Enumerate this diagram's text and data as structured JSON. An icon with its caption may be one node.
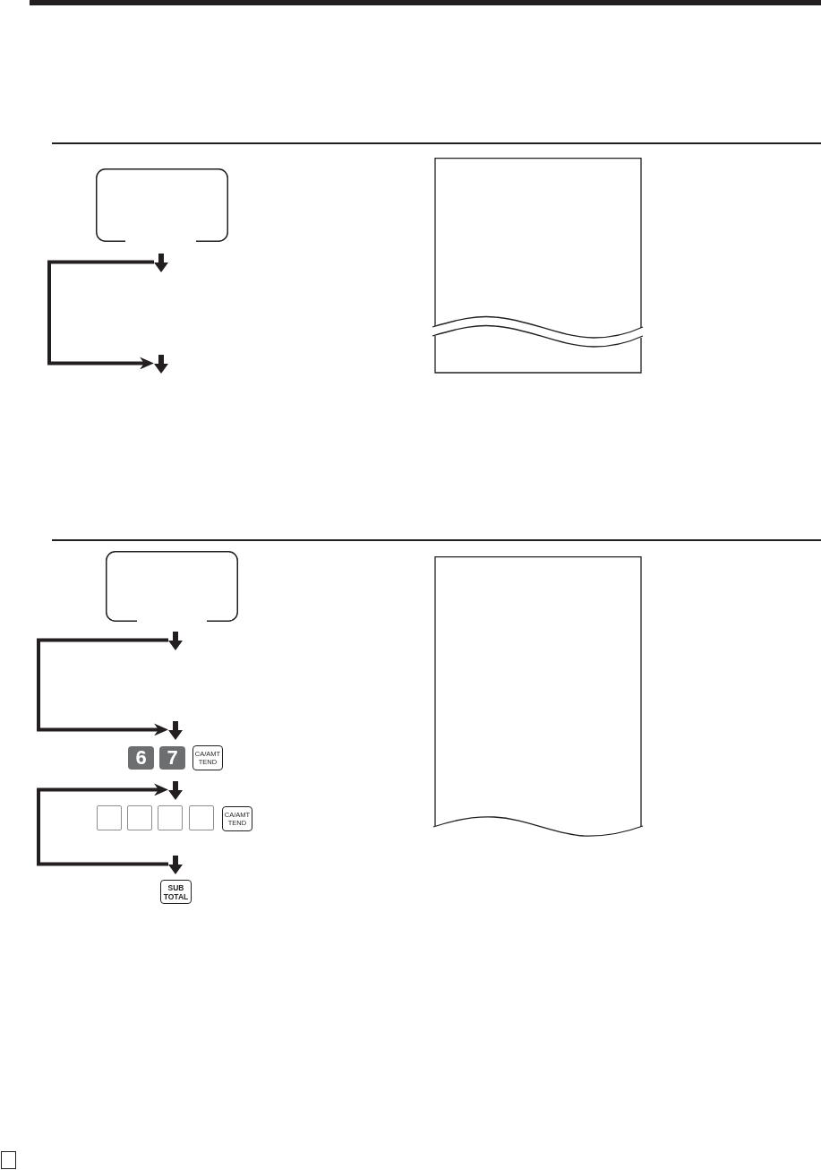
{
  "diagram": {
    "nodes": [
      {
        "text": [],
        "shape": "box"
      },
      {
        "text": [],
        "shape": "picture"
      },
      {
        "text": [],
        "shape": "arrow"
      },
      {
        "text": [],
        "shape": "arrow"
      },
      {
        "text": [],
        "shape": "box"
      },
      {
        "text": [],
        "shape": "picture"
      },
      {
        "text": [],
        "shape": "arrow"
      },
      {
        "text": [],
        "shape": "arrow"
      },
      {
        "text": [
          "6"
        ]
      },
      {
        "text": [
          "7"
        ]
      },
      {
        "text": [
          "CA/AMT TEND"
        ]
      },
      {
        "text": [],
        "shape": "arrow"
      },
      {
        "text": [],
        "shape": "box"
      },
      {
        "text": [],
        "shape": "box"
      },
      {
        "text": [],
        "shape": "box"
      },
      {
        "text": [],
        "shape": "box"
      },
      {
        "text": [
          "CA/AMT TEND"
        ]
      },
      {
        "text": [],
        "shape": "arrow"
      },
      {
        "text": [
          "SUB TOTAL"
        ]
      },
      {
        "text": [],
        "shape": "box"
      }
    ],
    "edges": [
      {
        "from": 2,
        "to": 3,
        "arrow": "to"
      },
      {
        "from": 6,
        "to": 7,
        "arrow": "to"
      },
      {
        "from": 17,
        "to": 11,
        "arrow": "to"
      }
    ]
  }
}
